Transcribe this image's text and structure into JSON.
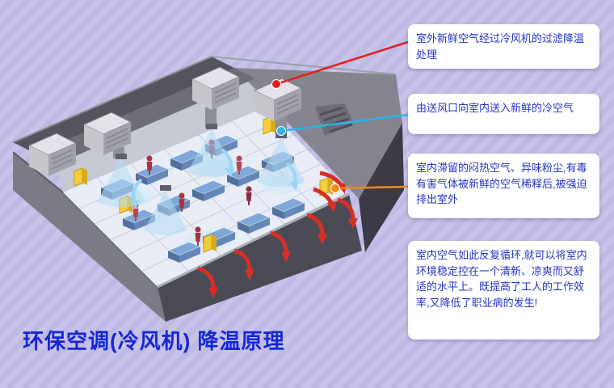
{
  "title": "环保空调(冷风机)  降温原理",
  "callouts": [
    {
      "id": "outdoor-air",
      "text": "室外新鲜空气经过冷风机的过滤降温处理"
    },
    {
      "id": "supply-air",
      "text": "由送风口向室内送入新鲜的冷空气"
    },
    {
      "id": "exhaust-air",
      "text": "室内滞留的闷热空气、异味粉尘,有毒有害气体被新鲜的空气稀释后,被强迫排出室外"
    },
    {
      "id": "circulation",
      "text": "室内空气如此反复循环,就可以将室内环境稳定控在一个清新、凉爽而又舒适的水平上。既提高了工人的工作效率,又降低了职业病的发生!"
    }
  ],
  "colors": {
    "background": "#c8c4e9",
    "background_stripe": "#bebae3",
    "callout_text": "#2433c8",
    "title_text": "#1526d6",
    "connector_red": "#e02020",
    "connector_cyan": "#2ab4e8",
    "connector_orange": "#f08a1e"
  }
}
